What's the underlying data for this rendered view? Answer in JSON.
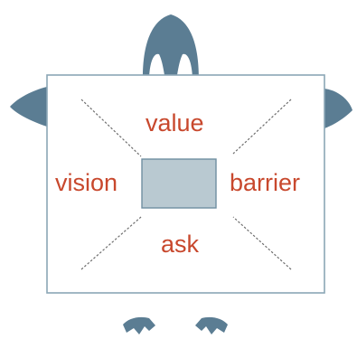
{
  "labels": {
    "top": "value",
    "left": "vision",
    "right": "barrier",
    "bottom": "ask"
  },
  "colors": {
    "label_text": "#c8482d",
    "figure_fill": "#5b7d93",
    "board_fill": "#ffffff",
    "board_border": "#8ba6b6",
    "center_box_fill": "#b9c9d1",
    "center_box_border": "#6f8ea1",
    "dashed_lines": "#6e6e6e"
  },
  "icons": {
    "head": "penguin-head-icon",
    "left_flipper": "left-flipper-icon",
    "right_flipper": "right-flipper-icon",
    "feet": "penguin-feet-icon"
  }
}
